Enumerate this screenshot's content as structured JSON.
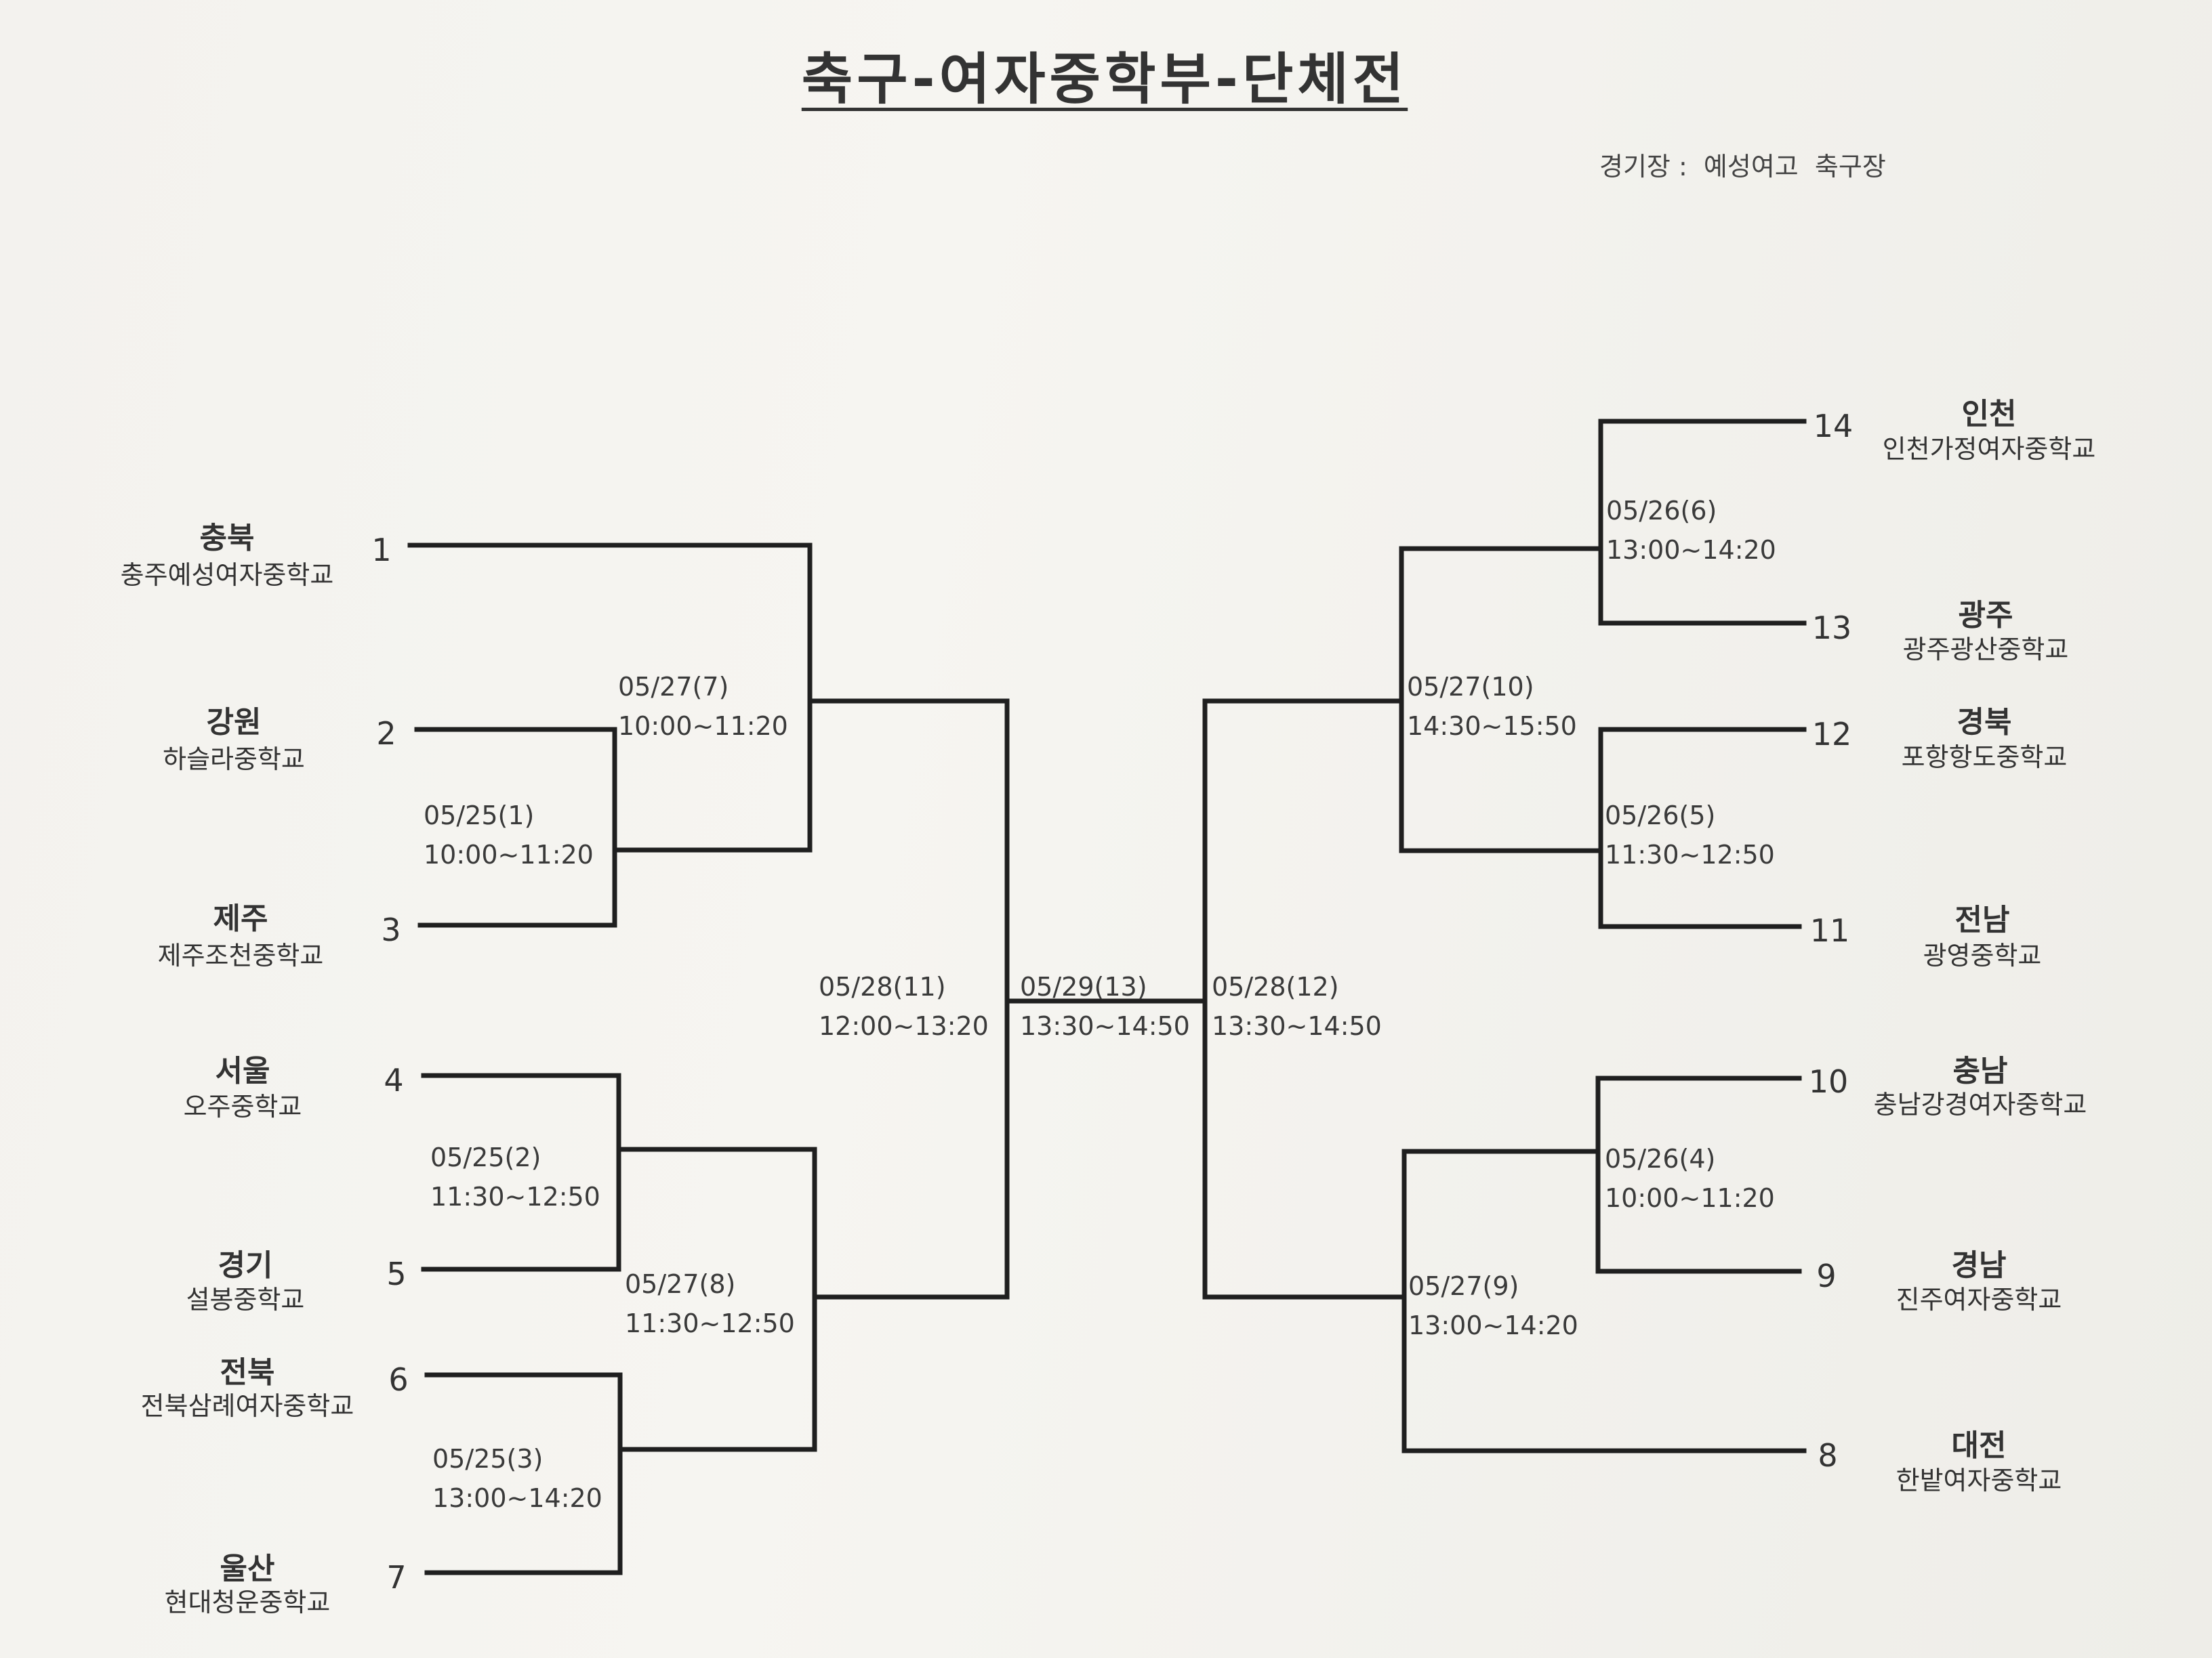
{
  "title": "축구-여자중학부-단체전",
  "venue": "경기장 :  예성여고  축구장",
  "teams": [
    {
      "seed": "1",
      "region": "충북",
      "school": "충주예성여자중학교"
    },
    {
      "seed": "2",
      "region": "강원",
      "school": "하슬라중학교"
    },
    {
      "seed": "3",
      "region": "제주",
      "school": "제주조천중학교"
    },
    {
      "seed": "4",
      "region": "서울",
      "school": "오주중학교"
    },
    {
      "seed": "5",
      "region": "경기",
      "school": "설봉중학교"
    },
    {
      "seed": "6",
      "region": "전북",
      "school": "전북삼례여자중학교"
    },
    {
      "seed": "7",
      "region": "울산",
      "school": "현대청운중학교"
    },
    {
      "seed": "8",
      "region": "대전",
      "school": "한밭여자중학교"
    },
    {
      "seed": "9",
      "region": "경남",
      "school": "진주여자중학교"
    },
    {
      "seed": "10",
      "region": "충남",
      "school": "충남강경여자중학교"
    },
    {
      "seed": "11",
      "region": "전남",
      "school": "광영중학교"
    },
    {
      "seed": "12",
      "region": "경북",
      "school": "포항항도중학교"
    },
    {
      "seed": "13",
      "region": "광주",
      "school": "광주광산중학교"
    },
    {
      "seed": "14",
      "region": "인천",
      "school": "인천가정여자중학교"
    }
  ],
  "matches": [
    {
      "date": "05/25(1)",
      "time": "10:00~11:20"
    },
    {
      "date": "05/25(2)",
      "time": "11:30~12:50"
    },
    {
      "date": "05/25(3)",
      "time": "13:00~14:20"
    },
    {
      "date": "05/26(4)",
      "time": "10:00~11:20"
    },
    {
      "date": "05/26(5)",
      "time": "11:30~12:50"
    },
    {
      "date": "05/26(6)",
      "time": "13:00~14:20"
    },
    {
      "date": "05/27(7)",
      "time": "10:00~11:20"
    },
    {
      "date": "05/27(8)",
      "time": "11:30~12:50"
    },
    {
      "date": "05/27(9)",
      "time": "13:00~14:20"
    },
    {
      "date": "05/27(10)",
      "time": "14:30~15:50"
    },
    {
      "date": "05/28(11)",
      "time": "12:00~13:20"
    },
    {
      "date": "05/28(12)",
      "time": "13:30~14:50"
    },
    {
      "date": "05/29(13)",
      "time": "13:30~14:50"
    }
  ]
}
